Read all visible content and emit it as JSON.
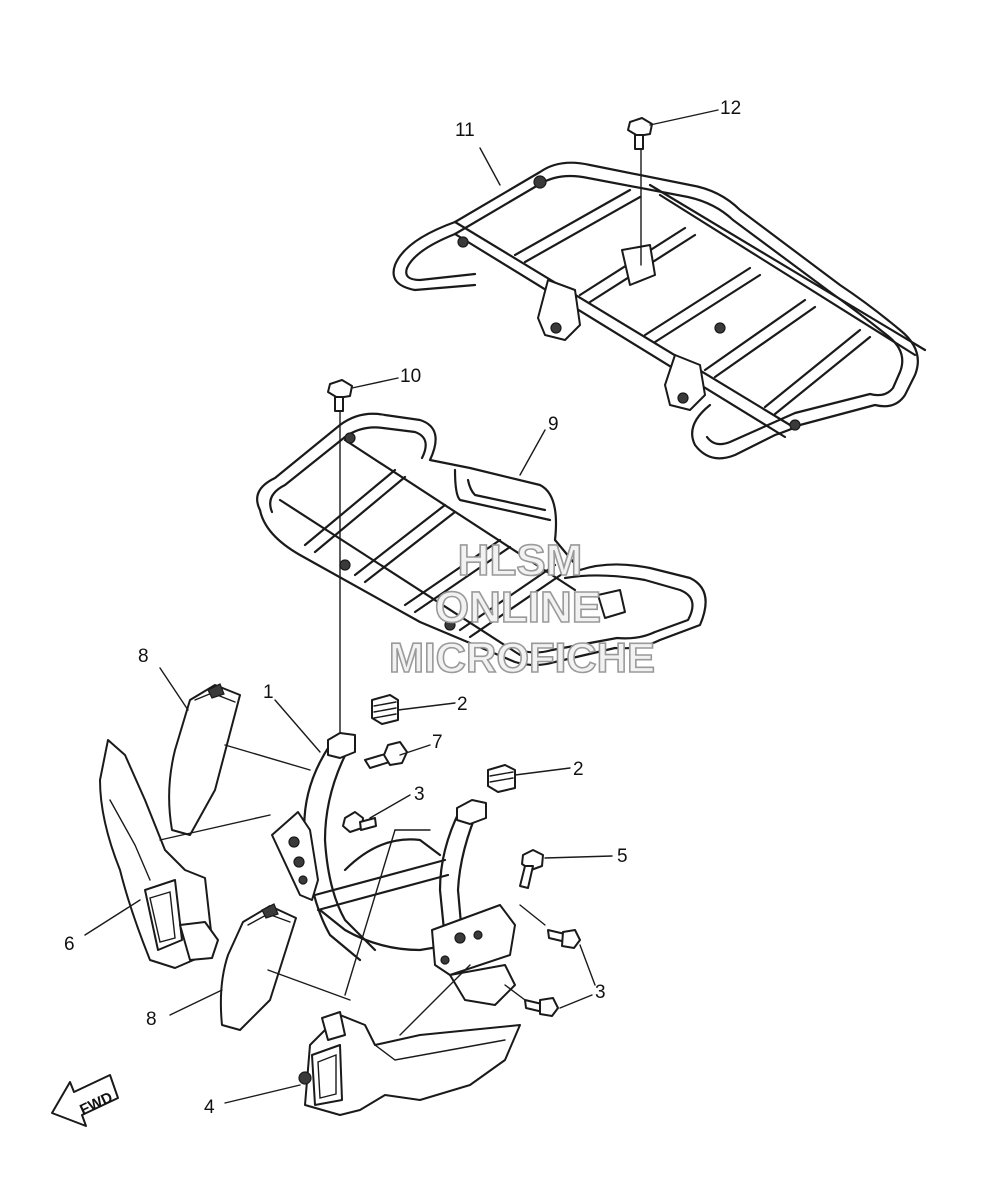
{
  "callouts": [
    {
      "id": "c1",
      "label": "1"
    },
    {
      "id": "c2a",
      "label": "2"
    },
    {
      "id": "c2b",
      "label": "2"
    },
    {
      "id": "c3a",
      "label": "3"
    },
    {
      "id": "c3b",
      "label": "3"
    },
    {
      "id": "c4",
      "label": "4"
    },
    {
      "id": "c5",
      "label": "5"
    },
    {
      "id": "c6",
      "label": "6"
    },
    {
      "id": "c7",
      "label": "7"
    },
    {
      "id": "c8a",
      "label": "8"
    },
    {
      "id": "c8b",
      "label": "8"
    },
    {
      "id": "c9",
      "label": "9"
    },
    {
      "id": "c10",
      "label": "10"
    },
    {
      "id": "c11",
      "label": "11"
    },
    {
      "id": "c12",
      "label": "12"
    }
  ],
  "watermark": {
    "line1": "HLSM",
    "line2": "ONLINE",
    "line3": "MICROFICHE"
  },
  "direction_arrow": {
    "label": "FWD",
    "icon": "fwd-arrow-icon"
  }
}
